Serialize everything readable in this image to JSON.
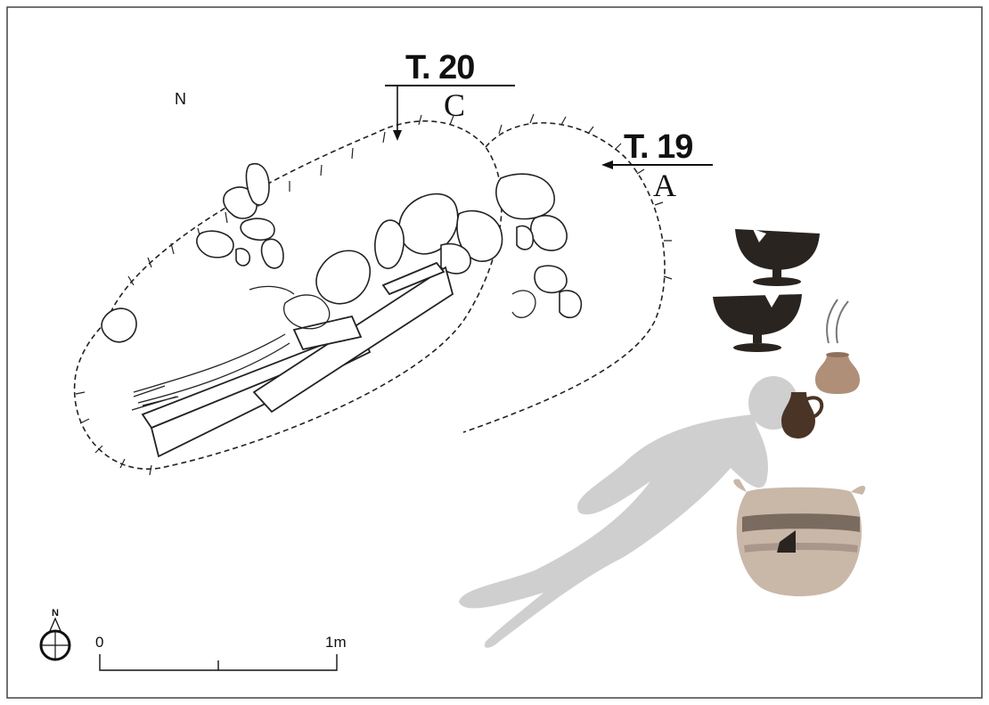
{
  "tomb_20": {
    "label": "T. 20",
    "section": "C"
  },
  "tomb_19": {
    "label": "T. 19",
    "section": "A"
  },
  "plan_north_letter": "N",
  "compass": {
    "letter": "N"
  },
  "scale": {
    "start_label": "0",
    "end_label": "1m"
  },
  "colors": {
    "ink": "#111111",
    "silhouette": "#cfcfcf",
    "ceramic_dark": "#2a2420",
    "ceramic_light": "#c9b8a8",
    "frame": "#444444"
  }
}
